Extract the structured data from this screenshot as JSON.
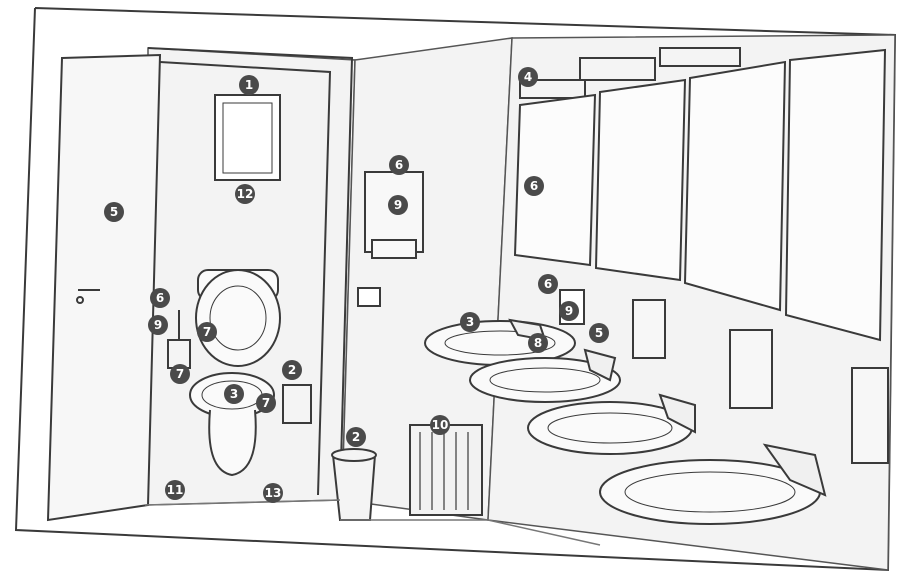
{
  "image_kind": "grayscale sketch of a public restroom with numbered callouts",
  "markers": {
    "mirror_stall": "1",
    "toilet_bin": "2",
    "trash_bin": "2",
    "toilet_bowl": "3",
    "basin_1": "3",
    "wall_light": "4",
    "stall_door": "5",
    "soap_1": "5",
    "stall_shelf_1": "6",
    "paper_towel_dispenser": "6",
    "mirror_large": "6",
    "wall_plate_6": "6",
    "toilet_lid": "7",
    "toilet_brush": "7",
    "toilet_seat": "7",
    "faucet_1": "8",
    "stall_wall_9": "9",
    "towel_slot": "9",
    "wall_plate_9": "9",
    "radiator": "10",
    "floor_left": "11",
    "mirror_bottom": "12",
    "floor_right": "13"
  },
  "colors": {
    "line": "#3a3a3a",
    "marker_fill": "#4a4a4a",
    "paper": "#ffffff",
    "wall": "#f2f2f2"
  }
}
